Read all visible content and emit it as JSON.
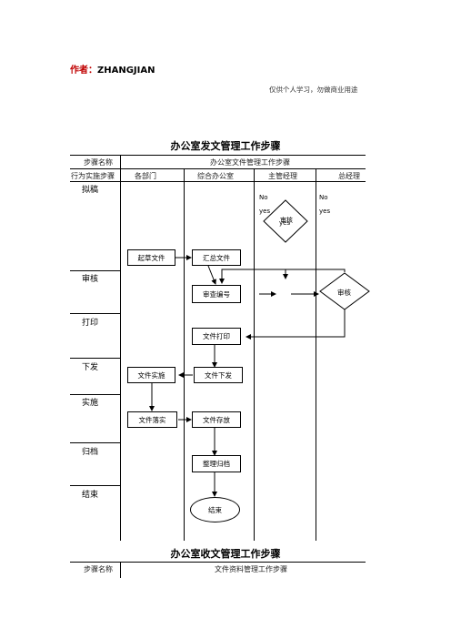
{
  "header": {
    "author_label": "作者：",
    "author_name": "ZHANGJIAN",
    "disclaimer": "仅供个人学习，勿做商业用途"
  },
  "section1": {
    "title": "办公室发文管理工作步骤",
    "row1_label": "步骤名称",
    "row1_value": "办公室文件管理工作步骤",
    "columns": [
      "行为实施步骤",
      "各部门",
      "综合办公室",
      "主管经理",
      "总经理"
    ],
    "steps": [
      "拟稿",
      "审核",
      "打印",
      "下发",
      "实施",
      "归档",
      "结束"
    ],
    "nodes": {
      "draft": "起草文件",
      "summarize": "汇总文件",
      "review_number": "审查编号",
      "print": "文件打印",
      "issue": "文件下发",
      "implement": "文件实施",
      "implement_check": "文件落实",
      "store": "文件存放",
      "archive": "整理归档",
      "end": "结束",
      "review_manager": "审核",
      "review_gm": "审核"
    },
    "notes": {
      "manager_no": "No",
      "manager_yes": "yes",
      "manager_diamond_yes": "yes",
      "gm_no": "No",
      "gm_yes": "yes"
    }
  },
  "section2": {
    "title": "办公室收文管理工作步骤",
    "row1_label": "步骤名称",
    "row1_value": "文件资料管理工作步骤"
  }
}
